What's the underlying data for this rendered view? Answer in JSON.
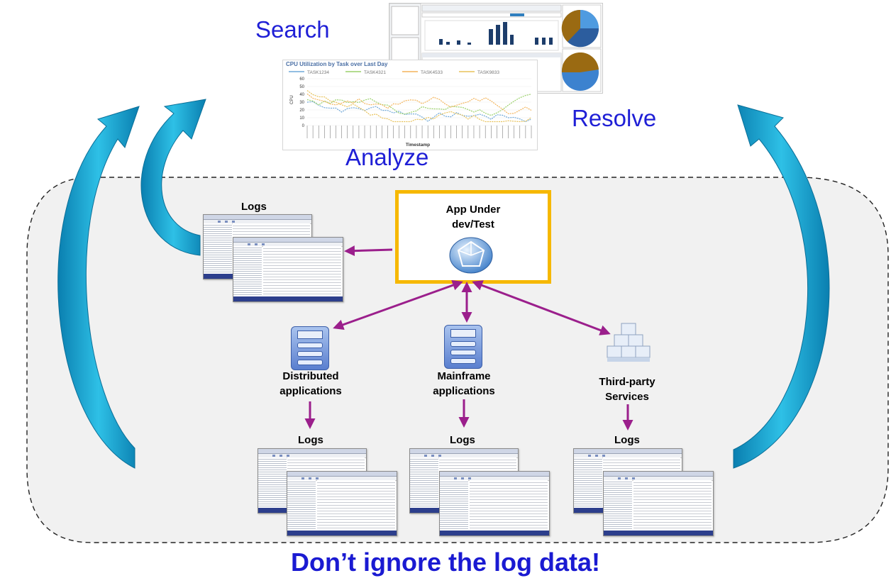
{
  "stages": {
    "search": "Search",
    "analyze": "Analyze",
    "resolve": "Resolve"
  },
  "cpu_chart": {
    "title": "CPU Utilization by Task over Last Day",
    "legend": [
      "TASK1234",
      "TASK4321",
      "TASK4533",
      "TASK9833"
    ],
    "ylabel": "CPU",
    "xlabel": "Timestamp",
    "yticks": [
      "60",
      "50",
      "40",
      "30",
      "20",
      "10",
      "0"
    ],
    "series_colors": [
      "#6fa8d8",
      "#9ad06a",
      "#f3b45b",
      "#e8c25a"
    ]
  },
  "center_app": {
    "label_line1": "App Under",
    "label_line2": "dev/Test",
    "frame_color": "#f6b800"
  },
  "sources": [
    {
      "line1": "Distributed",
      "line2": "applications"
    },
    {
      "line1": "Mainframe",
      "line2": "applications"
    },
    {
      "line1": "Third-party",
      "line2": "Services"
    }
  ],
  "logs_labels": [
    "Logs",
    "Logs",
    "Logs",
    "Logs"
  ],
  "footer_text": "Don’t ignore the log data!",
  "colors": {
    "arrow_purple": "#9b1f8c",
    "cycle_arrow": "#1aa4cc",
    "stage_text": "#1f1fd6"
  }
}
